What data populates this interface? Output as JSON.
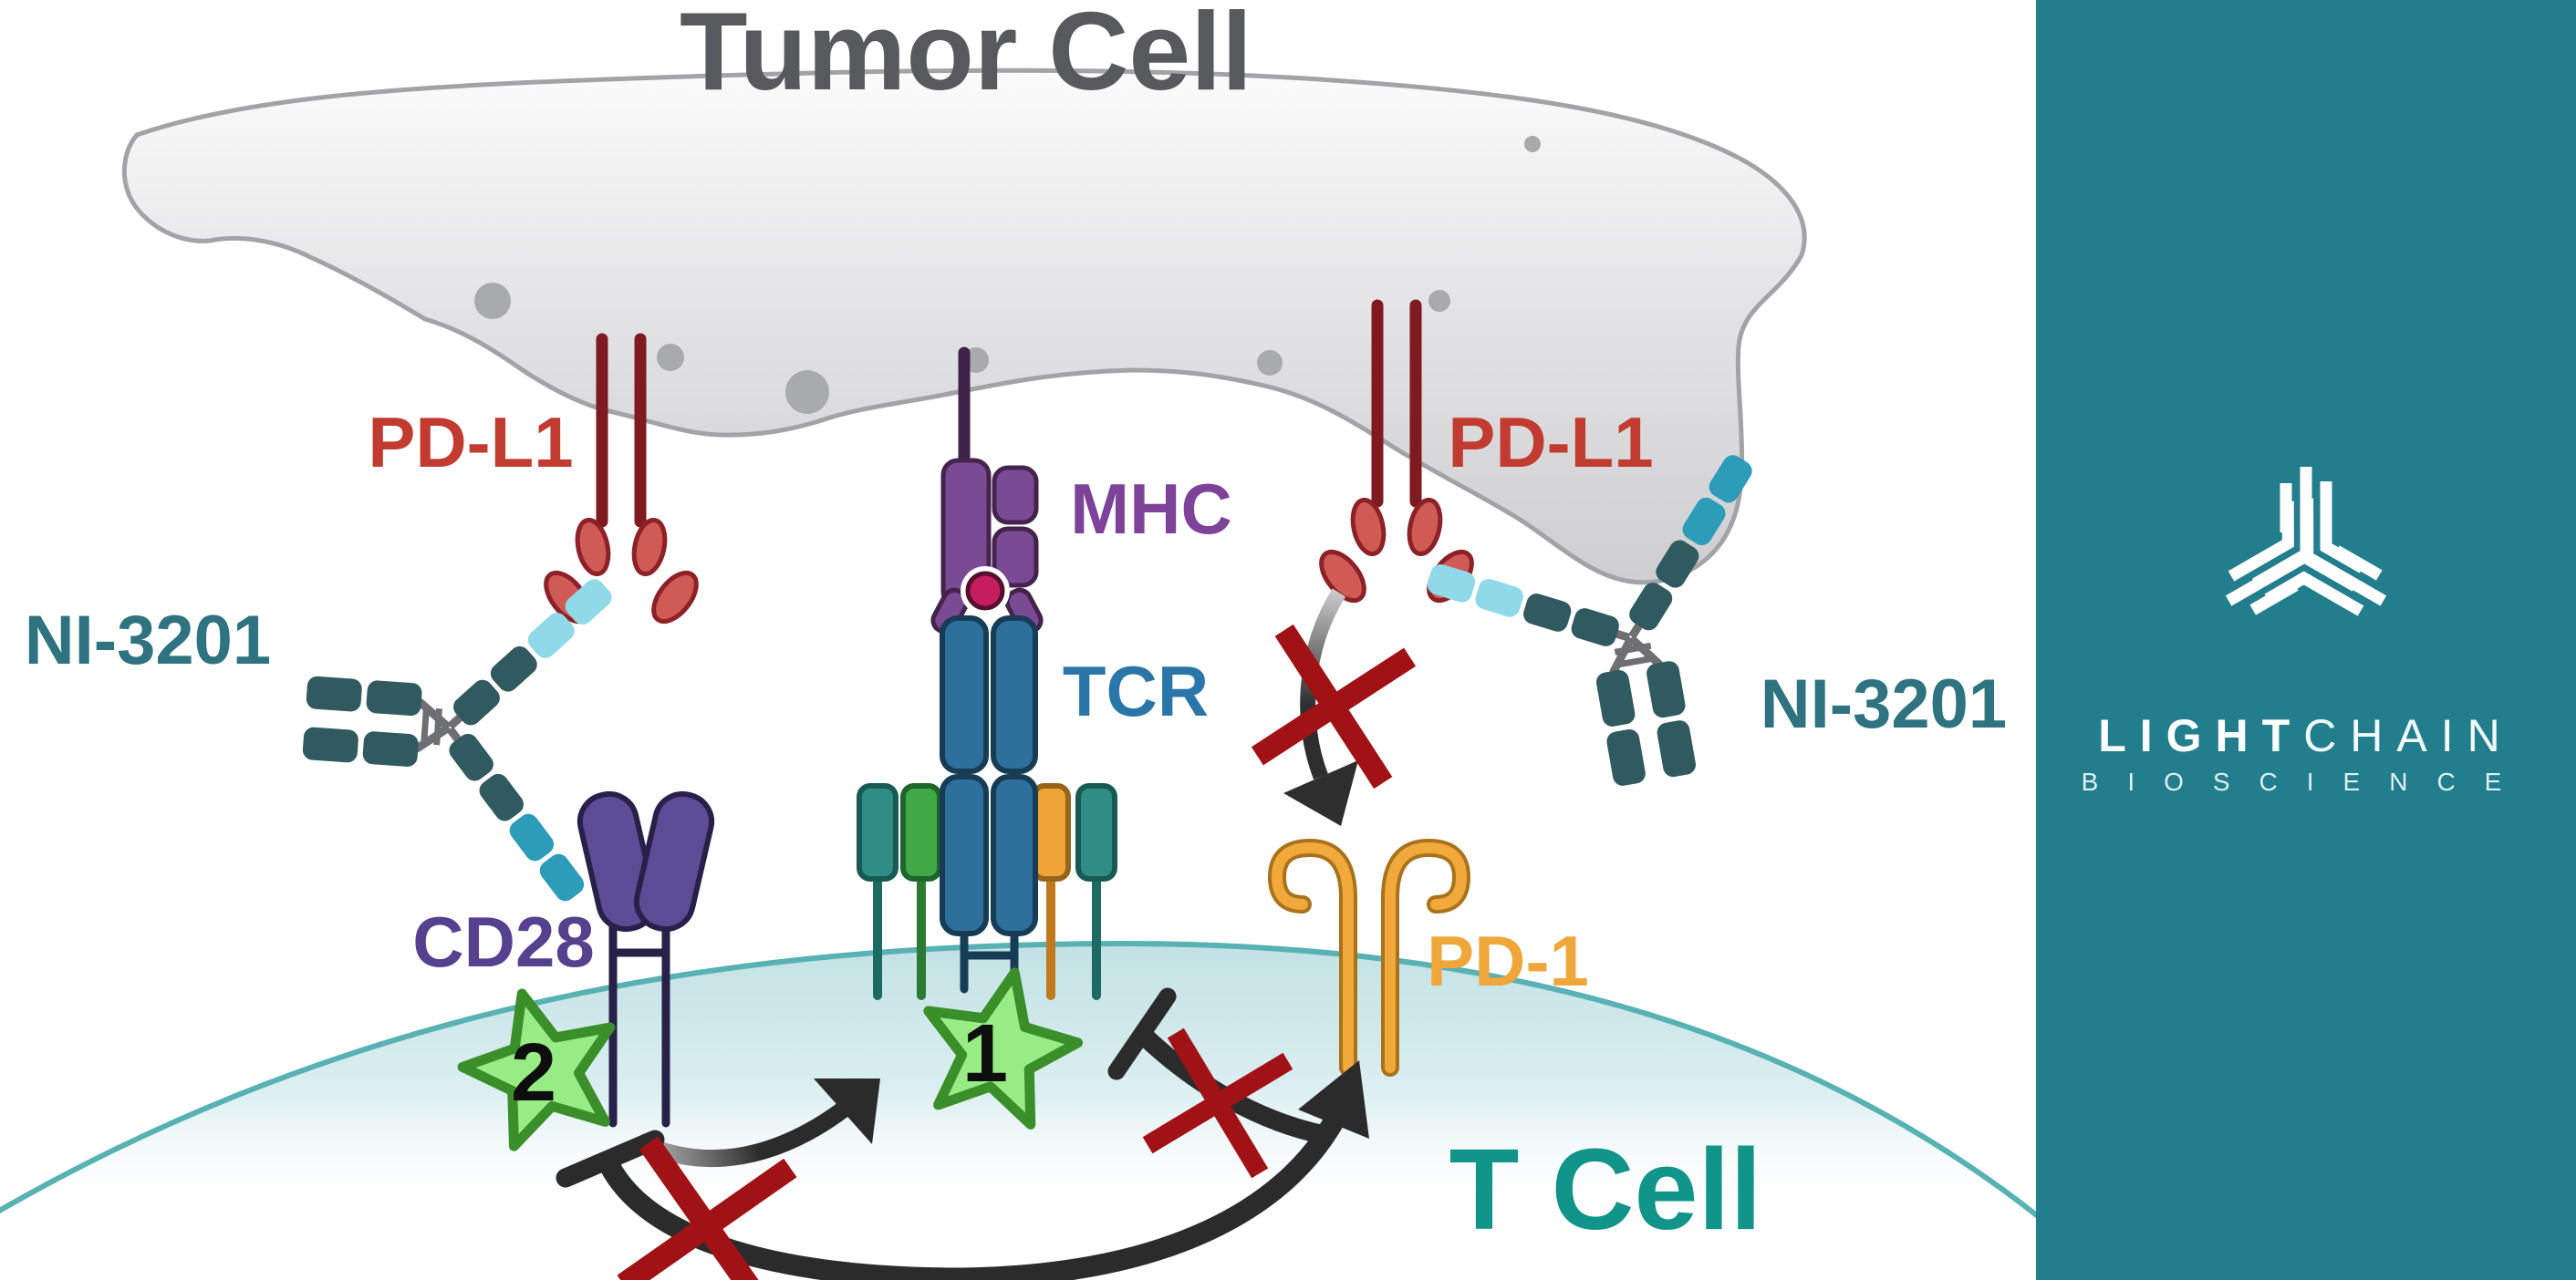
{
  "diagram": {
    "title": "Tumor Cell",
    "labels": {
      "pdl1_left": "PD-L1",
      "ni3201_left": "NI-3201",
      "mhc": "MHC",
      "tcr": "TCR",
      "cd28": "CD28",
      "pdl1_right": "PD-L1",
      "ni3201_right": "NI-3201",
      "pd1": "PD-1",
      "t_cell": "T Cell"
    },
    "signal_badges": {
      "signal_1": "1",
      "signal_2": "2"
    },
    "colors": {
      "title_gray": "#58595C",
      "tumor_cell_gray": "#D0D0D2",
      "pdl1_label_red": "#C23B31",
      "pdl1_stalk_dark_red": "#7E1A20",
      "pdl1_domain_red": "#CF5B54",
      "ni3201_label_teal": "#2F7280",
      "antibody_dark_teal": "#305A60",
      "antibody_light_cyan": "#8FD9E8",
      "antibody_blue_cyan": "#2D9CB8",
      "hinge_gray": "#6E6F72",
      "mhc_purple": "#7B4A94",
      "mhc_label_purple": "#7C4399",
      "peptide_crimson": "#C51E5E",
      "tcr_blue": "#2E6F9B",
      "tcr_label_blue": "#2B76A8",
      "cd28_purple": "#5C4B95",
      "cd28_label_purple": "#55418D",
      "pd1_gold": "#F2A93C",
      "pd1_label_gold": "#EFA73B",
      "receptor_teal": "#2F8D85",
      "receptor_green": "#41A847",
      "receptor_orange": "#F0A435",
      "membrane_blue": "#C7E4E7",
      "star_green": "#98EC86",
      "star_stroke_green": "#3B8F2B",
      "t_cell_label_teal": "#11948A",
      "blocked_x_red": "#A01215",
      "arrow_dark": "#2B2B2C"
    }
  },
  "brand_panel": {
    "background": "#227E8D",
    "wordmark": {
      "bold": "LIGHT",
      "light": "CHAIN",
      "subtitle": "BIOSCIENCE"
    }
  }
}
